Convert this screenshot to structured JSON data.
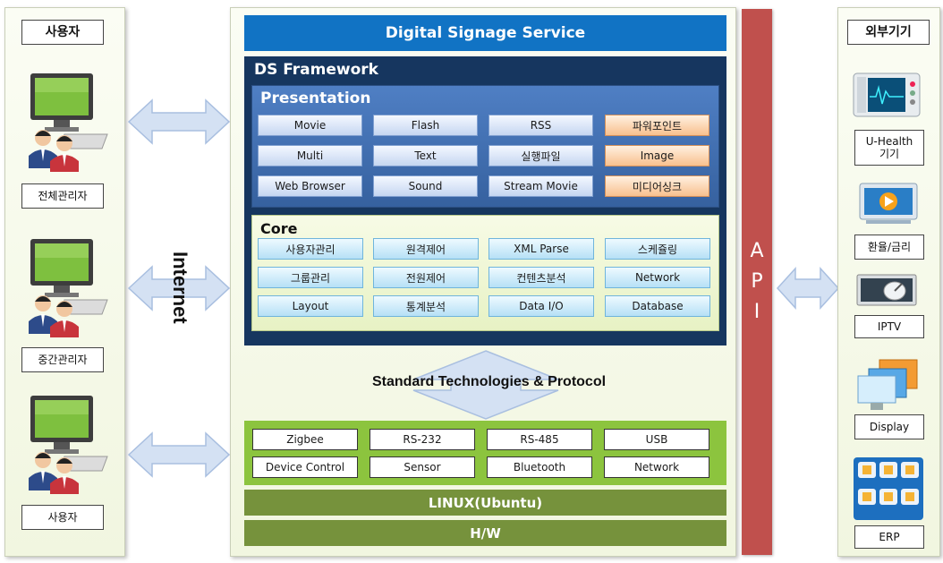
{
  "left": {
    "title": "사용자",
    "users": [
      {
        "label": "전체관리자"
      },
      {
        "label": "중간관리자"
      },
      {
        "label": "사용자"
      }
    ]
  },
  "internet_label": "Internet",
  "center": {
    "service_title": "Digital Signage Service",
    "framework_title": "DS Framework",
    "presentation": {
      "title": "Presentation",
      "rows": [
        [
          "Movie",
          "Flash",
          "RSS",
          "파워포인트"
        ],
        [
          "Multi",
          "Text",
          "실행파일",
          "Image"
        ],
        [
          "Web Browser",
          "Sound",
          "Stream Movie",
          "미디어싱크"
        ]
      ]
    },
    "core": {
      "title": "Core",
      "rows": [
        [
          "사용자관리",
          "원격제어",
          "XML Parse",
          "스케쥴링"
        ],
        [
          "그룹관리",
          "전원제어",
          "컨텐츠분석",
          "Network"
        ],
        [
          "Layout",
          "통계분석",
          "Data I/O",
          "Database"
        ]
      ]
    },
    "standard_label": "Standard Technologies & Protocol",
    "protocols": {
      "rows": [
        [
          "Zigbee",
          "RS-232",
          "RS-485",
          "USB"
        ],
        [
          "Device Control",
          "Sensor",
          "Bluetooth",
          "Network"
        ]
      ]
    },
    "os_label": "LINUX(Ubuntu)",
    "hw_label": "H/W"
  },
  "api_letters": [
    "A",
    "P",
    "I"
  ],
  "right": {
    "title": "외부기기",
    "devices": [
      {
        "label": "U-Health\n기기",
        "icon": "health-monitor-icon"
      },
      {
        "label": "환율/금리",
        "icon": "media-player-icon"
      },
      {
        "label": "IPTV",
        "icon": "satellite-tv-icon"
      },
      {
        "label": "Display",
        "icon": "display-screens-icon"
      },
      {
        "label": "ERP",
        "icon": "erp-apps-icon"
      }
    ]
  },
  "colors": {
    "service_bar": "#1173c4",
    "framework_bg": "#16365f",
    "presentation_bg": "#3e6fb6",
    "core_bg": "#f2f8d8",
    "green": "#8cc43e",
    "olive": "#76923c",
    "api": "#c0504d",
    "arrow": "#cddbf0"
  }
}
